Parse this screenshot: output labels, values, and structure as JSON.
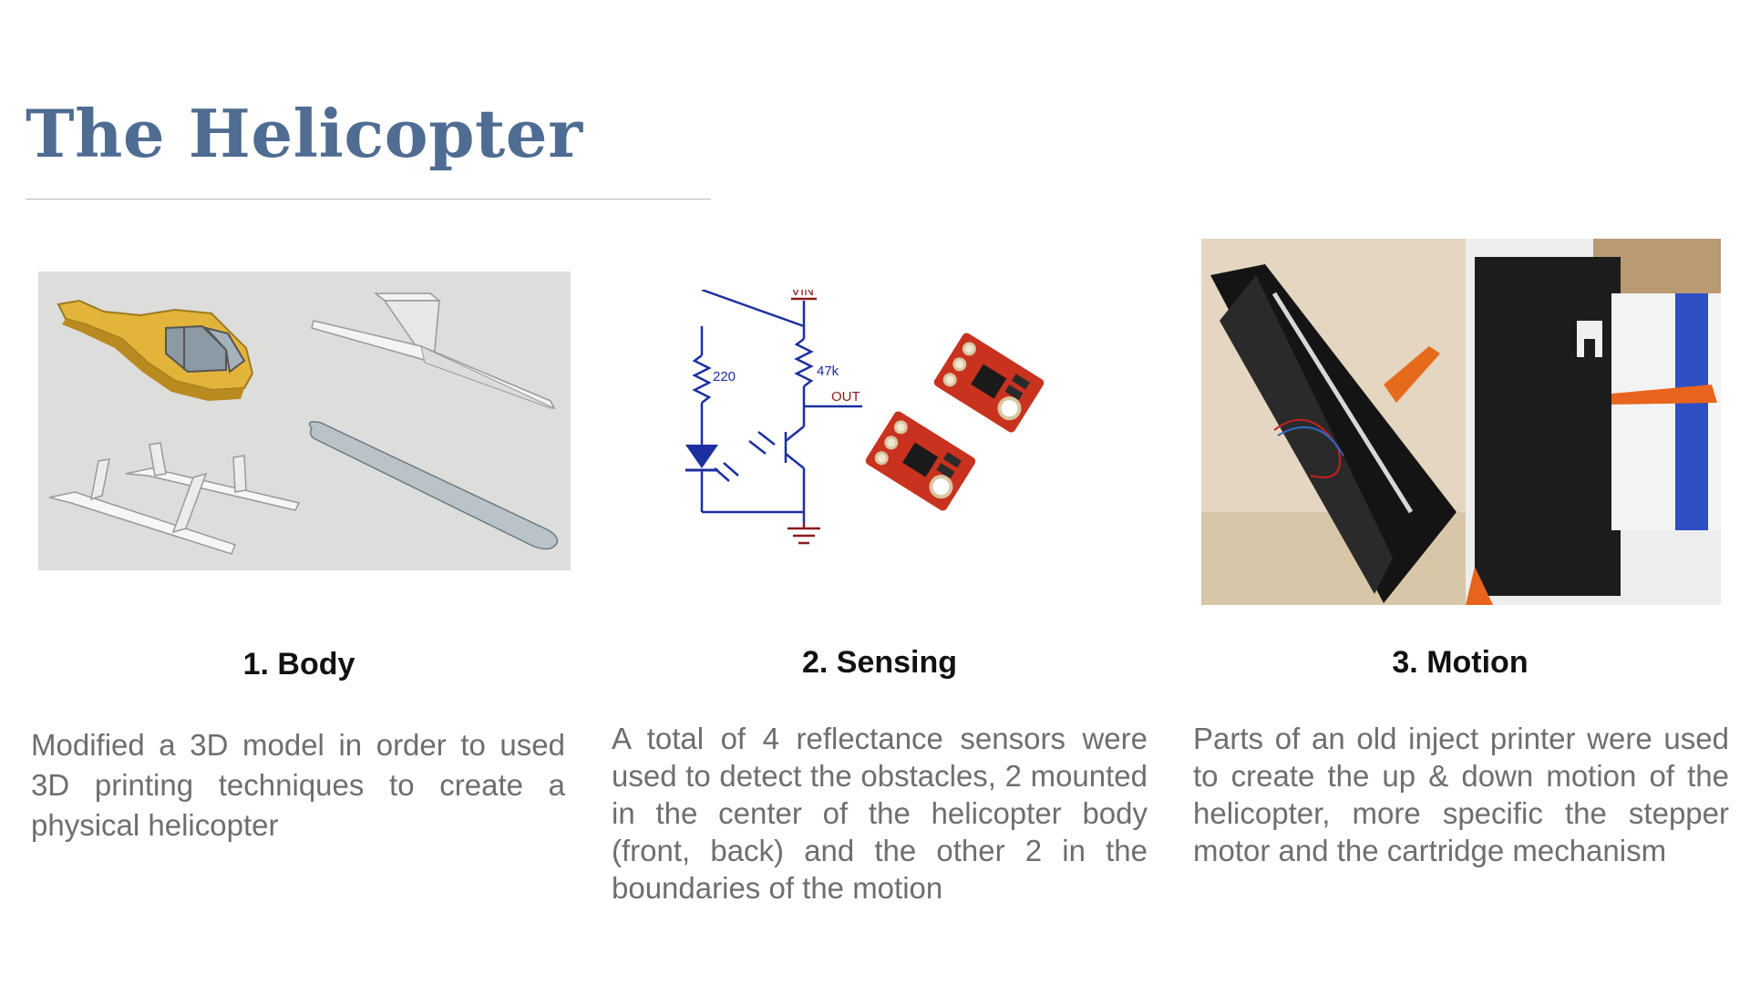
{
  "slide": {
    "title": "The Helicopter"
  },
  "panels": [
    {
      "heading": "1. Body",
      "description": "Modified a 3D model in order to used 3D printing techniques to create a physical helicopter",
      "image": "helicopter-3d-model-parts"
    },
    {
      "heading": "2. Sensing",
      "description": "A total of 4 reflectance sensors were used to detect the obstacles, 2 mounted in the center of the helicopter body (front, back) and the other 2 in the boundaries of the motion",
      "image": "reflectance-sensor-schematic-and-boards",
      "schematic": {
        "vin_label": "VIN",
        "resistor1_label": "220",
        "resistor2_label": "47k",
        "out_label": "OUT"
      }
    },
    {
      "heading": "3. Motion",
      "description": "Parts of an old inject printer were used to create the up & down motion of the helicopter, more specific the stepper motor and the cartridge mechanism",
      "image": "printer-cartridge-mechanism-photos"
    }
  ],
  "colors": {
    "title": "#4f6c92",
    "body_text": "#6e6e6e",
    "heading": "#111111",
    "schematic_wire": "#1c2fa0",
    "schematic_label": "#8b1a1a",
    "pcb_red": "#c8321e",
    "model_yellow": "#e2b43a"
  }
}
